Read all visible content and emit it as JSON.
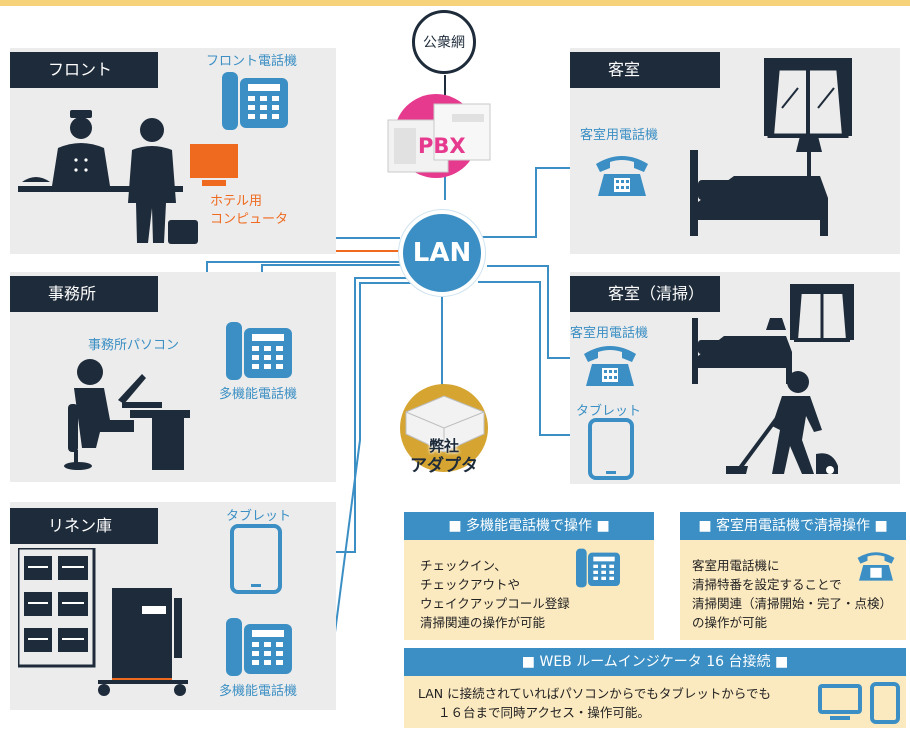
{
  "colors": {
    "accent_blue": "#3b8fc4",
    "dark_navy": "#1e2b3a",
    "orange": "#ef6a1f",
    "panel_gray": "#ececec",
    "info_bg": "#fbe9c0",
    "pbx_pink": "#e63a8f"
  },
  "hub": {
    "lan": "LAN",
    "public_network": "公衆網",
    "pbx": "PBX"
  },
  "adapter": {
    "line1": "弊社",
    "line2": "アダプタ"
  },
  "front": {
    "title": "フロント",
    "phone_label": "フロント電話機",
    "computer_line1": "ホテル用",
    "computer_line2": "コンピュータ"
  },
  "guest_room": {
    "title": "客室",
    "phone_label": "客室用電話機"
  },
  "office": {
    "title": "事務所",
    "pc_label": "事務所パソコン",
    "phone_label": "多機能電話機"
  },
  "guest_cleaning": {
    "title": "客室（清掃）",
    "phone_label": "客室用電話機",
    "tablet_label": "タブレット"
  },
  "linen": {
    "title": "リネン庫",
    "tablet_label": "タブレット",
    "phone_label": "多機能電話機"
  },
  "info_multi": {
    "header": "■ 多機能電話機で操作 ■",
    "lines": [
      "チェックイン、",
      "チェックアウトや",
      "ウェイクアップコール登録",
      "清掃関連の操作が可能"
    ]
  },
  "info_guest": {
    "header": "■ 客室用電話機で清掃操作 ■",
    "lines": [
      "客室用電話機に",
      "清掃特番を設定することで",
      "清掃関連（清掃開始・完了・点検）",
      "の操作が可能"
    ]
  },
  "info_web": {
    "header": "■ WEB ルームインジケータ 16 台接続 ■",
    "lines": [
      "LAN に接続されていればパソコンからでもタブレットからでも",
      "１６台まで同時アクセス・操作可能。"
    ]
  },
  "icons": [
    "desk-phone-icon",
    "rotary-phone-icon",
    "computer-monitor-icon",
    "tablet-icon",
    "bed-icon",
    "window-icon",
    "lamp-icon",
    "receptionist-icon",
    "office-worker-icon",
    "cleaner-icon",
    "linen-cart-icon",
    "pbx-server-icon",
    "adapter-device-icon"
  ]
}
